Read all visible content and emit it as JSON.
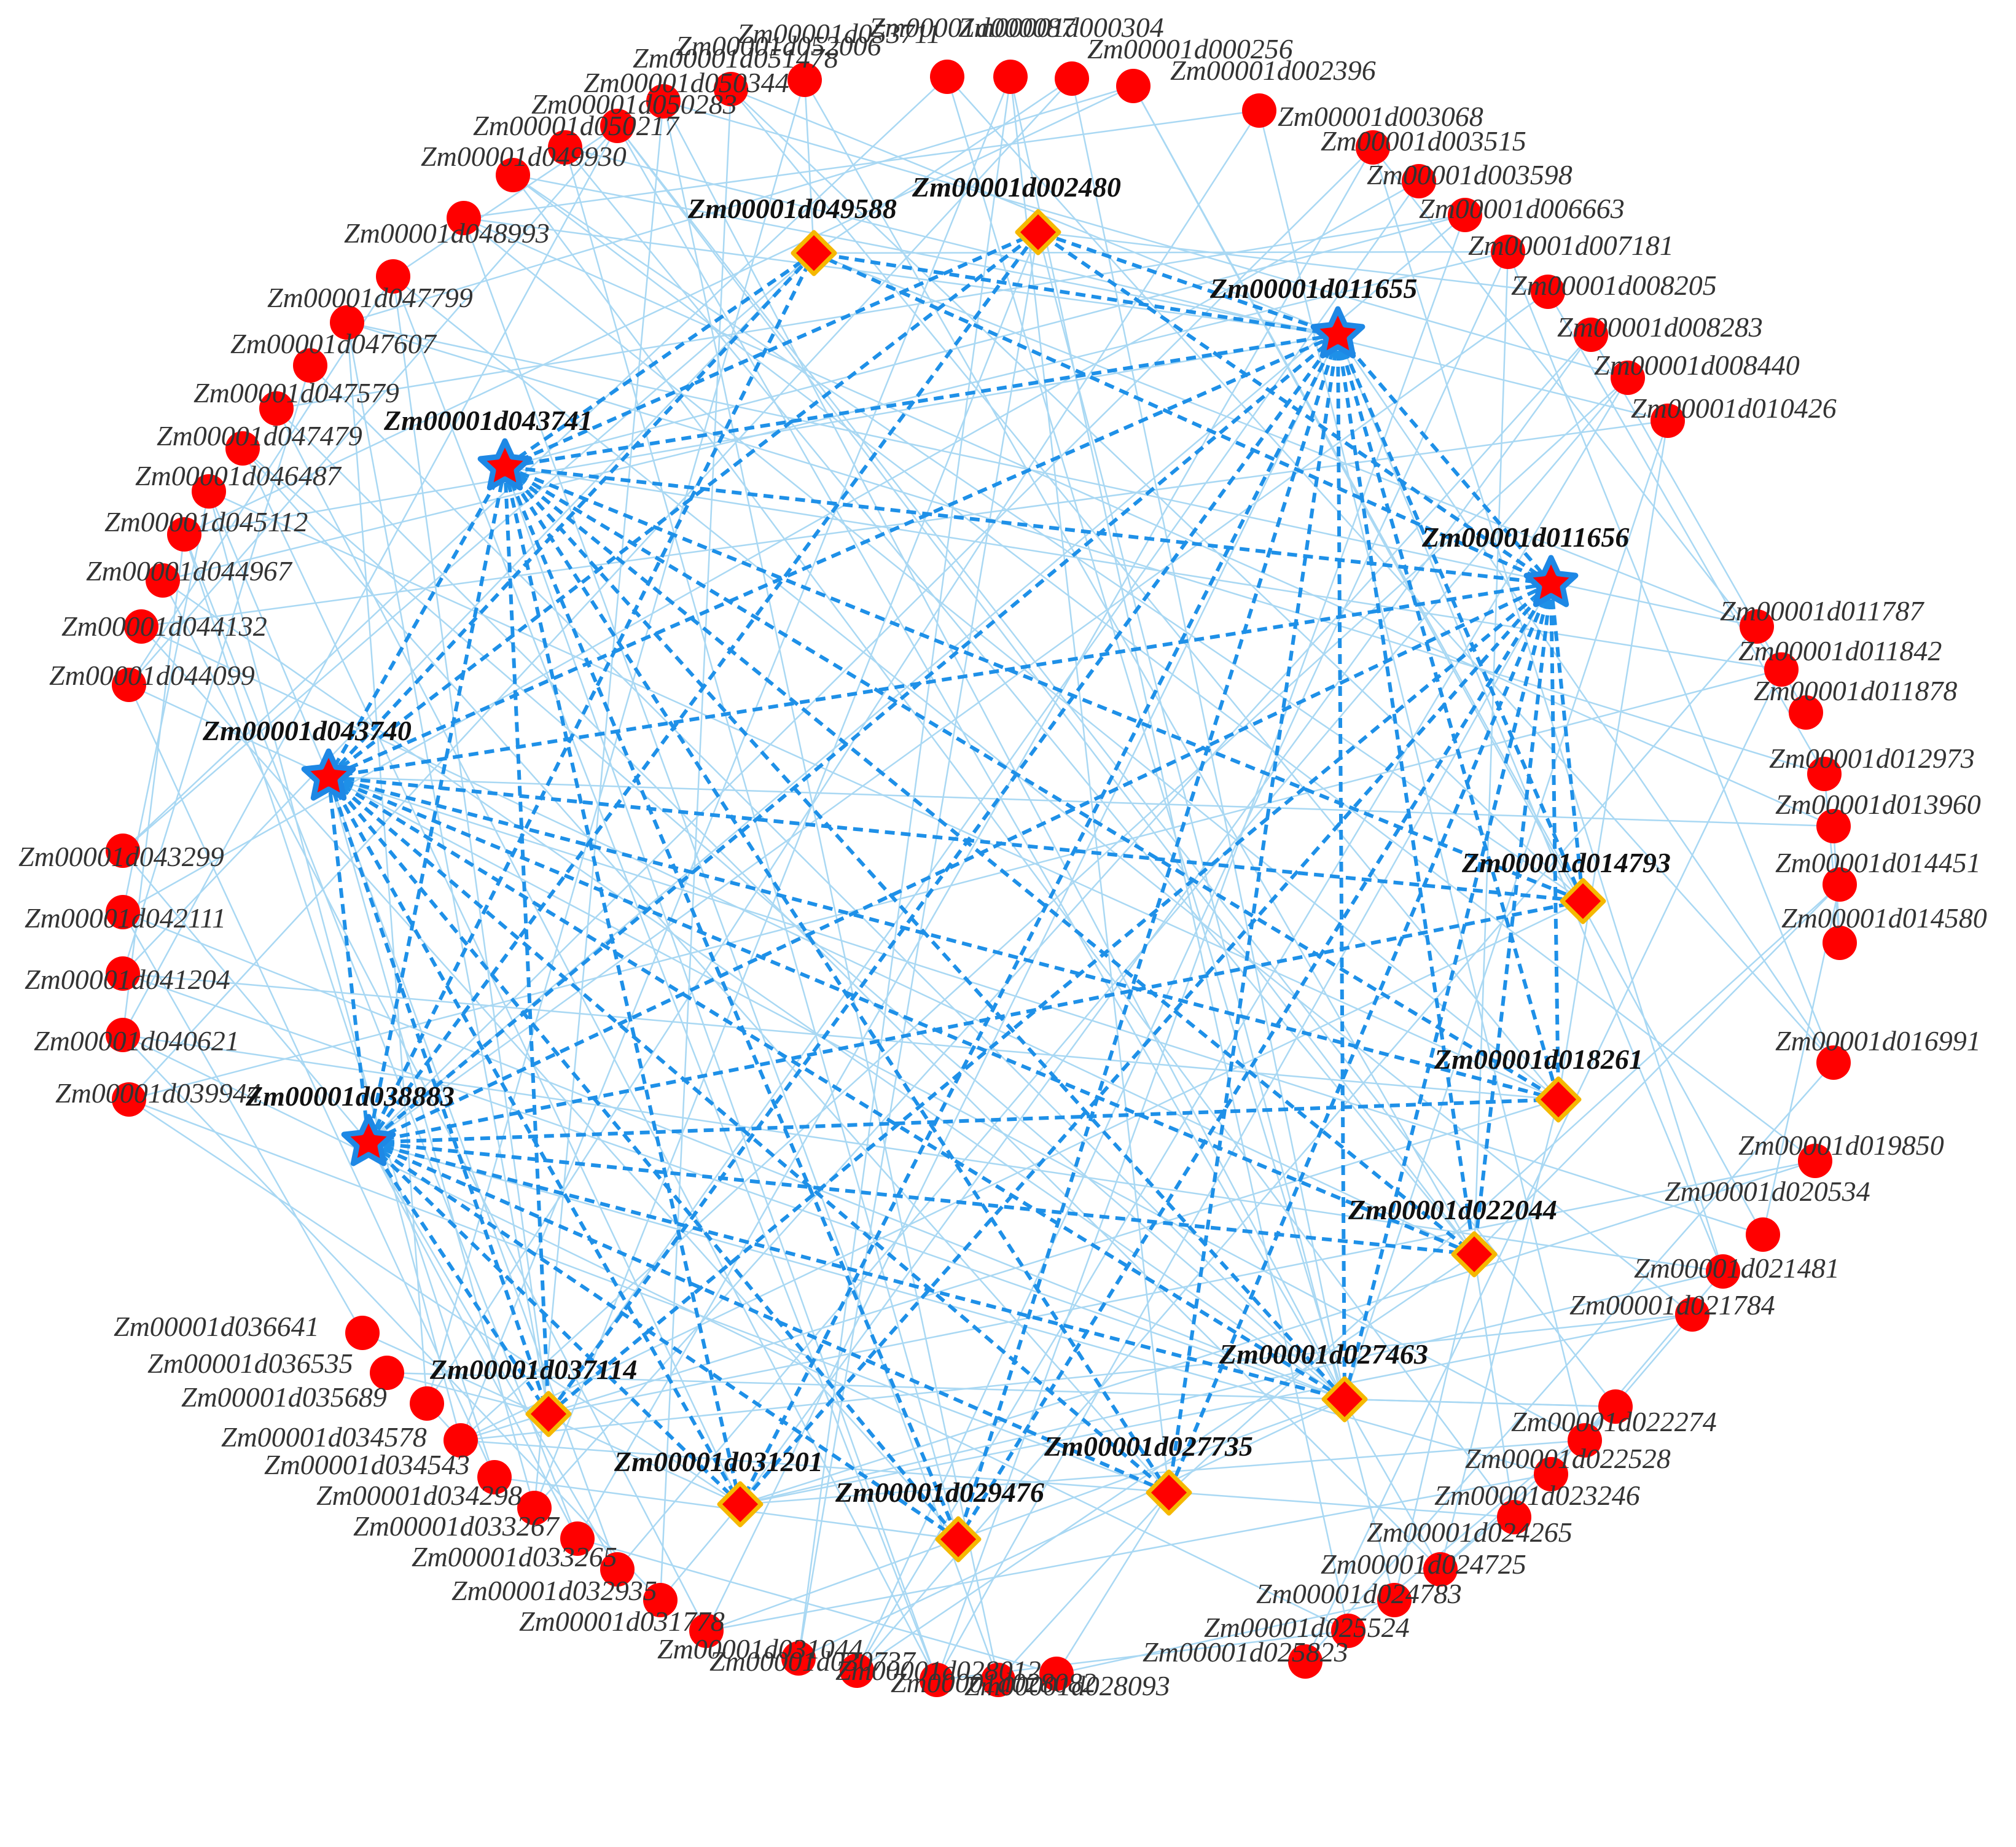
{
  "colors": {
    "background": "#ffffff",
    "outer_node": "#ff0000",
    "hub_fill": "#ff0000",
    "star_stroke": "#1e88e5",
    "diamond_stroke": "#f5b800",
    "core_edge": "#1e90e8",
    "peripheral_edge": "#a9d8f3",
    "outer_label": "#333333",
    "hub_label": "#111111"
  },
  "diagram": {
    "type": "network",
    "layout": "circular",
    "outer_nodes": [
      "Zm00001d000087",
      "Zm00001d000304",
      "Zm00001d000256",
      "Zm00001d002396",
      "Zm00001d003068",
      "Zm00001d003515",
      "Zm00001d003598",
      "Zm00001d006663",
      "Zm00001d007181",
      "Zm00001d008205",
      "Zm00001d008283",
      "Zm00001d008440",
      "Zm00001d010426",
      "Zm00001d011787",
      "Zm00001d011842",
      "Zm00001d011878",
      "Zm00001d012973",
      "Zm00001d013960",
      "Zm00001d014451",
      "Zm00001d014580",
      "Zm00001d016991",
      "Zm00001d019850",
      "Zm00001d020534",
      "Zm00001d021481",
      "Zm00001d021784",
      "Zm00001d022274",
      "Zm00001d022528",
      "Zm00001d023246",
      "Zm00001d024265",
      "Zm00001d024725",
      "Zm00001d024783",
      "Zm00001d025524",
      "Zm00001d025823",
      "Zm00001d028093",
      "Zm00001d028082",
      "Zm00001d028012",
      "Zm00001d030737",
      "Zm00001d031044",
      "Zm00001d031778",
      "Zm00001d032935",
      "Zm00001d033265",
      "Zm00001d033267",
      "Zm00001d034298",
      "Zm00001d034543",
      "Zm00001d034578",
      "Zm00001d035689",
      "Zm00001d036535",
      "Zm00001d036641",
      "Zm00001d039944",
      "Zm00001d040621",
      "Zm00001d041204",
      "Zm00001d042111",
      "Zm00001d043299",
      "Zm00001d044099",
      "Zm00001d044132",
      "Zm00001d044967",
      "Zm00001d045112",
      "Zm00001d046487",
      "Zm00001d047479",
      "Zm00001d047579",
      "Zm00001d047607",
      "Zm00001d047799",
      "Zm00001d048993",
      "Zm00001d049930",
      "Zm00001d050217",
      "Zm00001d050283",
      "Zm00001d050344",
      "Zm00001d051478",
      "Zm00001d052006",
      "Zm00001d053711"
    ],
    "star_hubs": [
      "Zm00001d011655",
      "Zm00001d011656",
      "Zm00001d043741",
      "Zm00001d043740",
      "Zm00001d038883"
    ],
    "diamond_hubs": [
      "Zm00001d049588",
      "Zm00001d002480",
      "Zm00001d014793",
      "Zm00001d018261",
      "Zm00001d022044",
      "Zm00001d027463",
      "Zm00001d027735",
      "Zm00001d029476",
      "Zm00001d031201",
      "Zm00001d037114"
    ]
  }
}
